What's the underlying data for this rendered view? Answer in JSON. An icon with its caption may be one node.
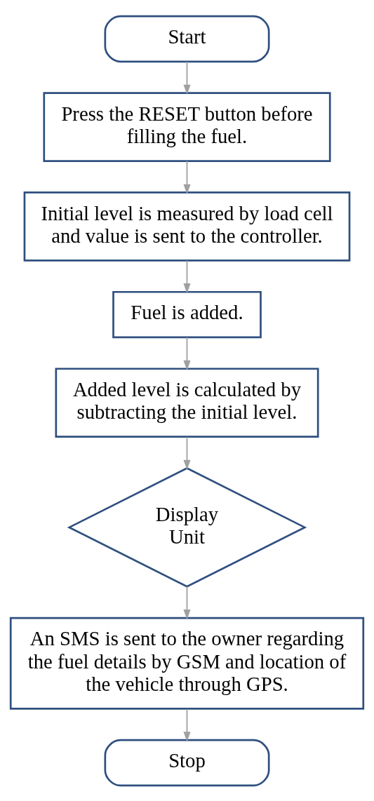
{
  "diagram": {
    "nodes": [
      {
        "text": [
          "Start"
        ]
      },
      {
        "text": [
          "Press the RESET button before filling the fuel."
        ]
      },
      {
        "text": [
          "Initial level is measured by load cell and value is sent to the controller."
        ]
      },
      {
        "text": [
          "Fuel is added."
        ]
      },
      {
        "text": [
          "Added level is calculated by subtracting the initial level."
        ]
      },
      {
        "text": [
          "Display Unit"
        ]
      },
      {
        "text": [
          "An SMS is sent to the owner regarding the fuel details by GSM and location of the vehicle through GPS."
        ]
      },
      {
        "text": [
          "Stop"
        ]
      }
    ],
    "edges": [
      {
        "from": 0,
        "to": 1,
        "arrow": "to"
      },
      {
        "from": 1,
        "to": 2,
        "arrow": "to"
      },
      {
        "from": 2,
        "to": 3,
        "arrow": "to"
      },
      {
        "from": 3,
        "to": 4,
        "arrow": "to"
      },
      {
        "from": 4,
        "to": 5,
        "arrow": "to"
      },
      {
        "from": 5,
        "to": 6,
        "arrow": "to"
      },
      {
        "from": 6,
        "to": 7,
        "arrow": "to"
      }
    ]
  }
}
